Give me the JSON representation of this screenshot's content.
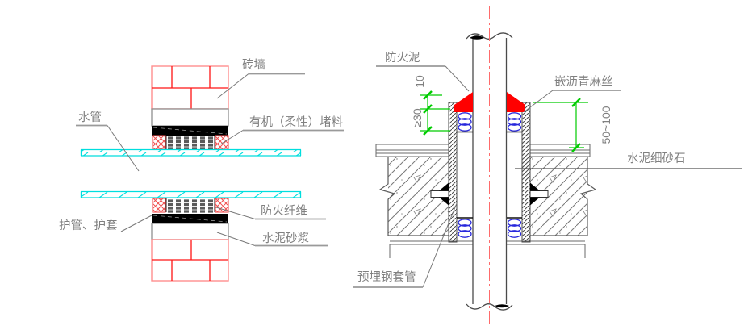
{
  "colors": {
    "brick_red": "#ff1414",
    "brick_edge_pink": "#ff8f8f",
    "pipe_cyan": "#00dede",
    "putty_red": "#ff0000",
    "hemp_coil_blue": "#2828dc",
    "dimension_green": "#00cc00",
    "centerline_red": "#ff6b6b",
    "label_gray": "#808080",
    "sealant_black": "#000000"
  },
  "left_detail": {
    "labels": {
      "water_pipe": "水管",
      "brick_wall": "砖墙",
      "flexible_sealant": "有机（柔性）堵料",
      "protective_sleeve": "护管、护套",
      "fireproof_fiber": "防火纤维",
      "cement_mortar": "水泥砂浆"
    }
  },
  "right_detail": {
    "labels": {
      "fireproof_putty": "防火泥",
      "asphalt_hemp": "嵌沥青麻丝",
      "cement_fine_sand": "水泥细砂石",
      "embedded_steel_sleeve": "预埋钢套管"
    },
    "dimensions": {
      "putty_cap_thickness": "10",
      "putty_depth_min": "≥30",
      "sleeve_protrusion": "50~100"
    }
  }
}
